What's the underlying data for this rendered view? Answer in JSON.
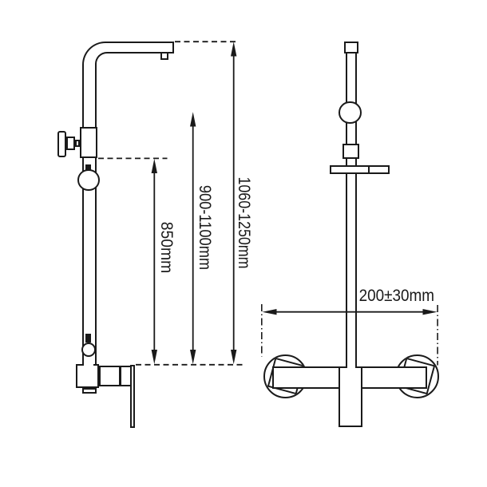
{
  "dimension_labels": {
    "d850": "850mm",
    "d900_1100": "900-1100mm",
    "d1060_1250": "1060-1250mm",
    "d200": "200±30mm"
  },
  "colors": {
    "line": "#1a1a1a",
    "background": "#ffffff"
  }
}
